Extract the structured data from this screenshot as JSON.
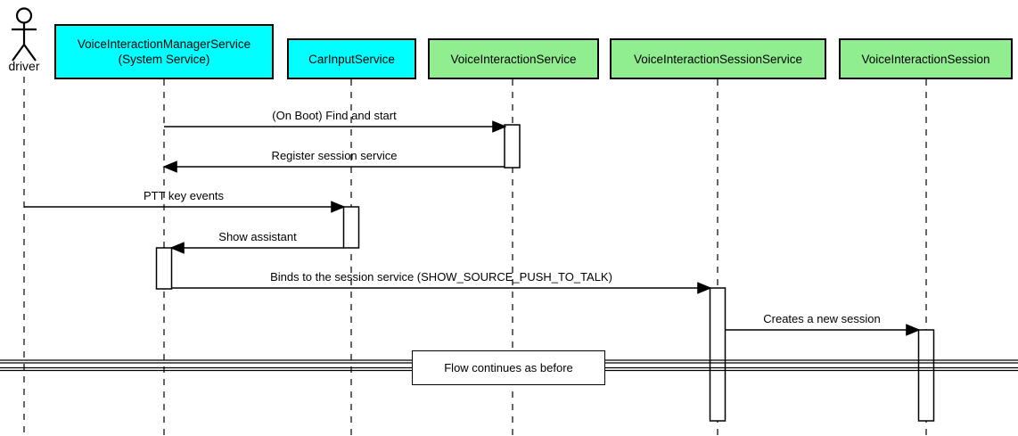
{
  "diagram": {
    "type": "uml-sequence-diagram",
    "actor": {
      "name": "driver"
    },
    "participants": [
      {
        "id": "voice-interaction-manager-service",
        "label": "VoiceInteractionManagerService",
        "sublabel": "(System Service)",
        "color": "#00FFFF"
      },
      {
        "id": "car-input-service",
        "label": "CarInputService",
        "color": "#00FFFF"
      },
      {
        "id": "voice-interaction-service",
        "label": "VoiceInteractionService",
        "color": "#90EE90"
      },
      {
        "id": "voice-interaction-session-service",
        "label": "VoiceInteractionSessionService",
        "color": "#90EE90"
      },
      {
        "id": "voice-interaction-session",
        "label": "VoiceInteractionSession",
        "color": "#90EE90"
      }
    ],
    "messages": [
      {
        "label": "(On Boot) Find and start",
        "from": "voice-interaction-manager-service",
        "to": "voice-interaction-service"
      },
      {
        "label": "Register session service",
        "from": "voice-interaction-service",
        "to": "voice-interaction-manager-service"
      },
      {
        "label": "PTT key events",
        "from": "driver",
        "to": "car-input-service"
      },
      {
        "label": "Show assistant",
        "from": "car-input-service",
        "to": "voice-interaction-manager-service"
      },
      {
        "label": "Binds to the session service (SHOW_SOURCE_PUSH_TO_TALK)",
        "from": "voice-interaction-manager-service",
        "to": "voice-interaction-session-service"
      },
      {
        "label": "Creates a new session",
        "from": "voice-interaction-session-service",
        "to": "voice-interaction-session"
      }
    ],
    "divider": {
      "label": "Flow continues as before"
    },
    "colors": {
      "participant_cyan": "#00FFFF",
      "participant_green": "#90EE90",
      "line": "#000000",
      "background": "#FFFFFF"
    }
  }
}
